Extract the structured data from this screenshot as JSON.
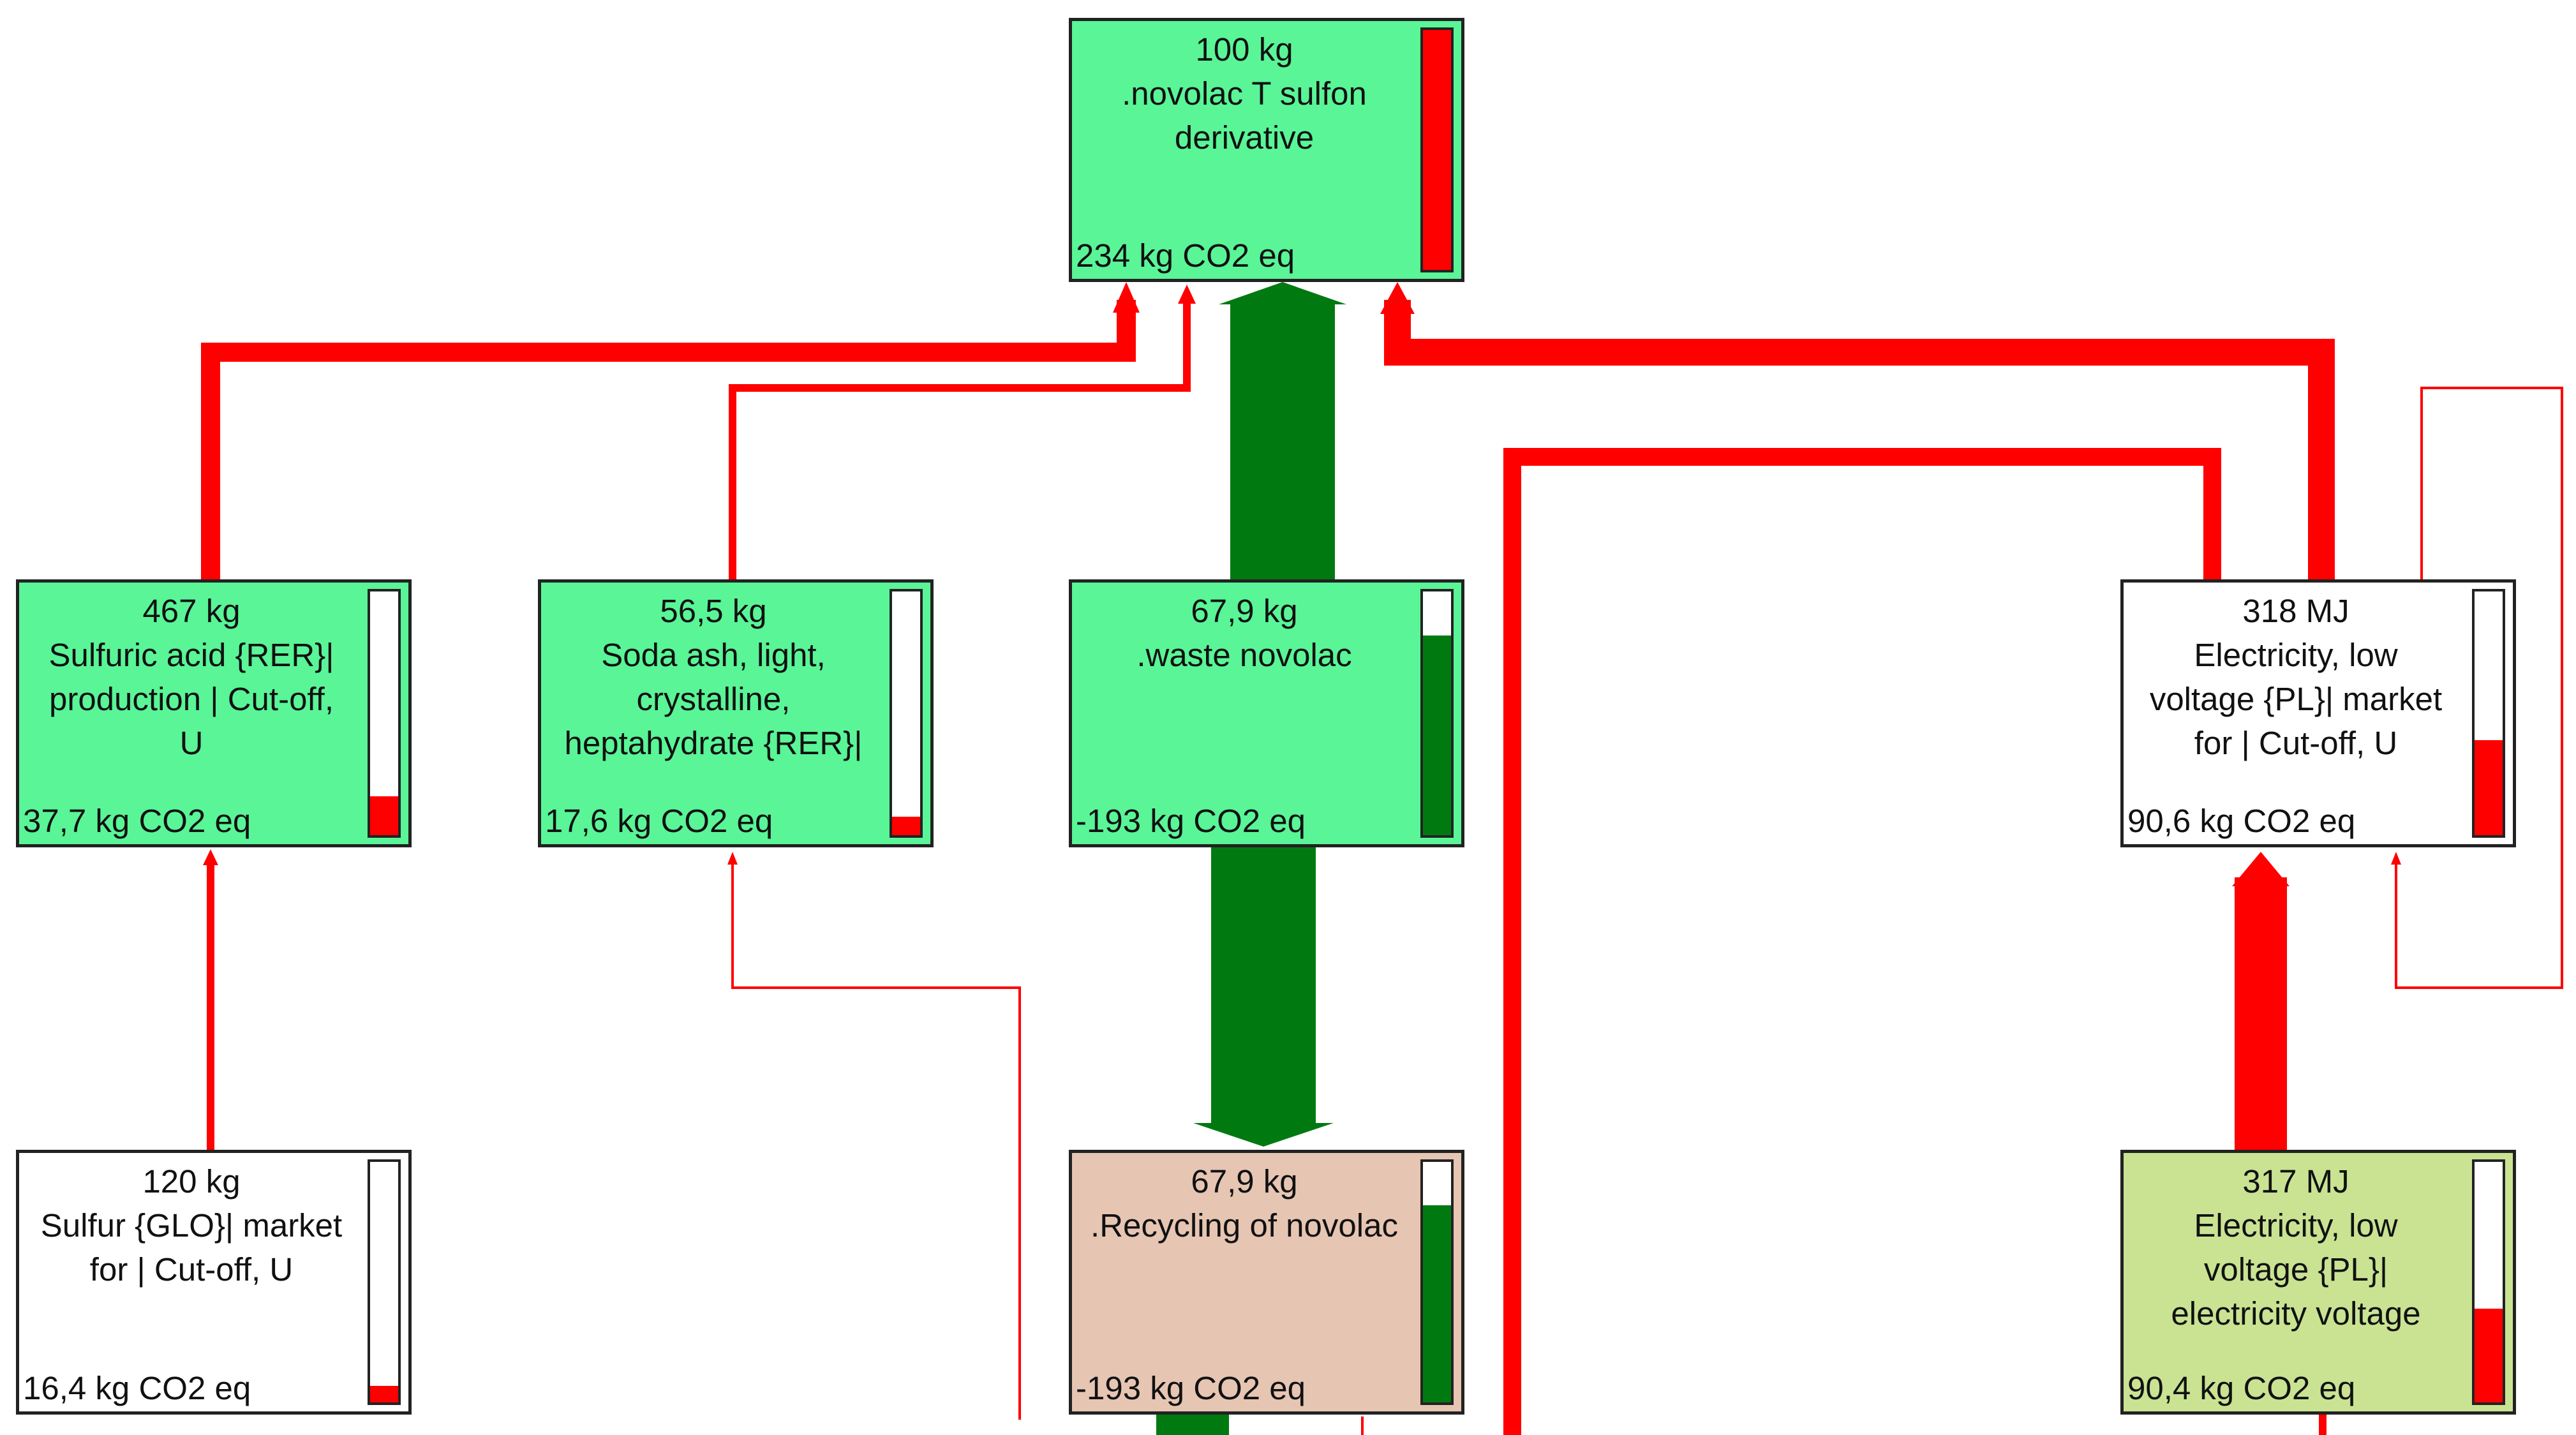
{
  "colors": {
    "node_green": "#59f597",
    "node_white": "#ffffff",
    "node_salmon": "#e6c5b3",
    "node_olive": "#c9e393",
    "impact_red": "#ff0000",
    "credit_green": "#007a10",
    "border": "#222222"
  },
  "nodes": [
    {
      "id": "novolac_sulfon",
      "amount": "100 kg",
      "name_lines": [
        ".novolac T sulfon",
        "derivative"
      ],
      "score": "234 kg CO2 eq",
      "fill": "node_green",
      "gauge": {
        "level": 1.0,
        "color": "impact_red"
      }
    },
    {
      "id": "sulfuric_acid",
      "amount": "467 kg",
      "name_lines": [
        "Sulfuric acid {RER}|",
        "production | Cut-off,",
        "U"
      ],
      "score": "37,7 kg CO2 eq",
      "fill": "node_green",
      "gauge": {
        "level": 0.16,
        "color": "impact_red"
      }
    },
    {
      "id": "soda_ash",
      "amount": "56,5 kg",
      "name_lines": [
        "Soda ash, light,",
        "crystalline,",
        "heptahydrate {RER}|"
      ],
      "score": "17,6 kg CO2 eq",
      "fill": "node_green",
      "gauge": {
        "level": 0.075,
        "color": "impact_red"
      }
    },
    {
      "id": "waste_novolac",
      "amount": "67,9 kg",
      "name_lines": [
        ".waste novolac"
      ],
      "score": "-193 kg CO2 eq",
      "fill": "node_green",
      "gauge": {
        "level": 0.82,
        "color": "credit_green"
      }
    },
    {
      "id": "electricity_market",
      "amount": "318 MJ",
      "name_lines": [
        "Electricity, low",
        "voltage {PL}| market",
        "for | Cut-off, U"
      ],
      "score": "90,6 kg CO2 eq",
      "fill": "node_white",
      "gauge": {
        "level": 0.39,
        "color": "impact_red"
      }
    },
    {
      "id": "sulfur",
      "amount": "120 kg",
      "name_lines": [
        "Sulfur {GLO}| market",
        "for | Cut-off, U"
      ],
      "score": "16,4 kg CO2 eq",
      "fill": "node_white",
      "gauge": {
        "level": 0.07,
        "color": "impact_red"
      }
    },
    {
      "id": "recycling_novolac",
      "amount": "67,9 kg",
      "name_lines": [
        ".Recycling of novolac"
      ],
      "score": "-193 kg CO2 eq",
      "fill": "node_salmon",
      "gauge": {
        "level": 0.82,
        "color": "credit_green"
      }
    },
    {
      "id": "electricity_voltage",
      "amount": "317 MJ",
      "name_lines": [
        "Electricity, low",
        "voltage {PL}|",
        "electricity voltage"
      ],
      "score": "90,4 kg CO2 eq",
      "fill": "node_olive",
      "gauge": {
        "level": 0.39,
        "color": "impact_red"
      }
    }
  ]
}
